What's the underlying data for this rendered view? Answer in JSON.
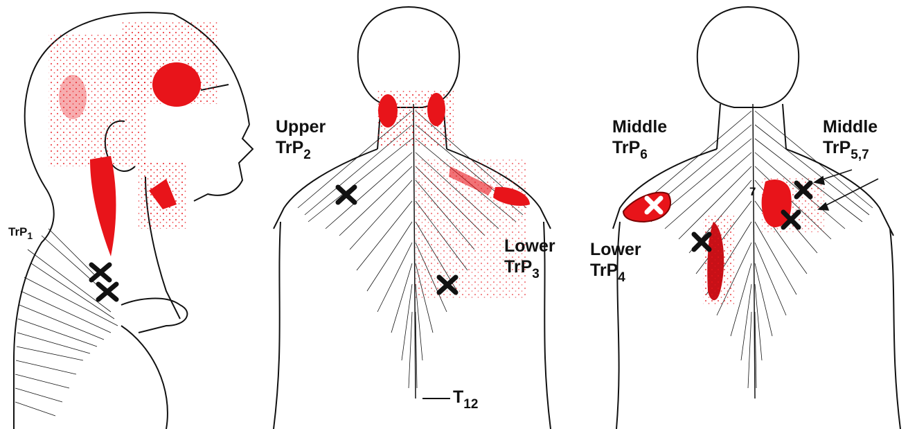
{
  "colors": {
    "referral": "#e8141a",
    "ink": "#111111",
    "background": "#ffffff"
  },
  "labels": {
    "trp1": {
      "prefix": "TrP",
      "sub": "1"
    },
    "upper": {
      "title": "Upper",
      "prefix": "TrP",
      "sub": "2"
    },
    "lower3": {
      "title": "Lower",
      "prefix": "TrP",
      "sub": "3"
    },
    "t12": {
      "prefix": "T",
      "sub": "12"
    },
    "middle6": {
      "title": "Middle",
      "prefix": "TrP",
      "sub": "6"
    },
    "middle57": {
      "title": "Middle",
      "prefix": "TrP",
      "sub": "5,7"
    },
    "lower4": {
      "title": "Lower",
      "prefix": "TrP",
      "sub": "4"
    },
    "seven": "7"
  }
}
